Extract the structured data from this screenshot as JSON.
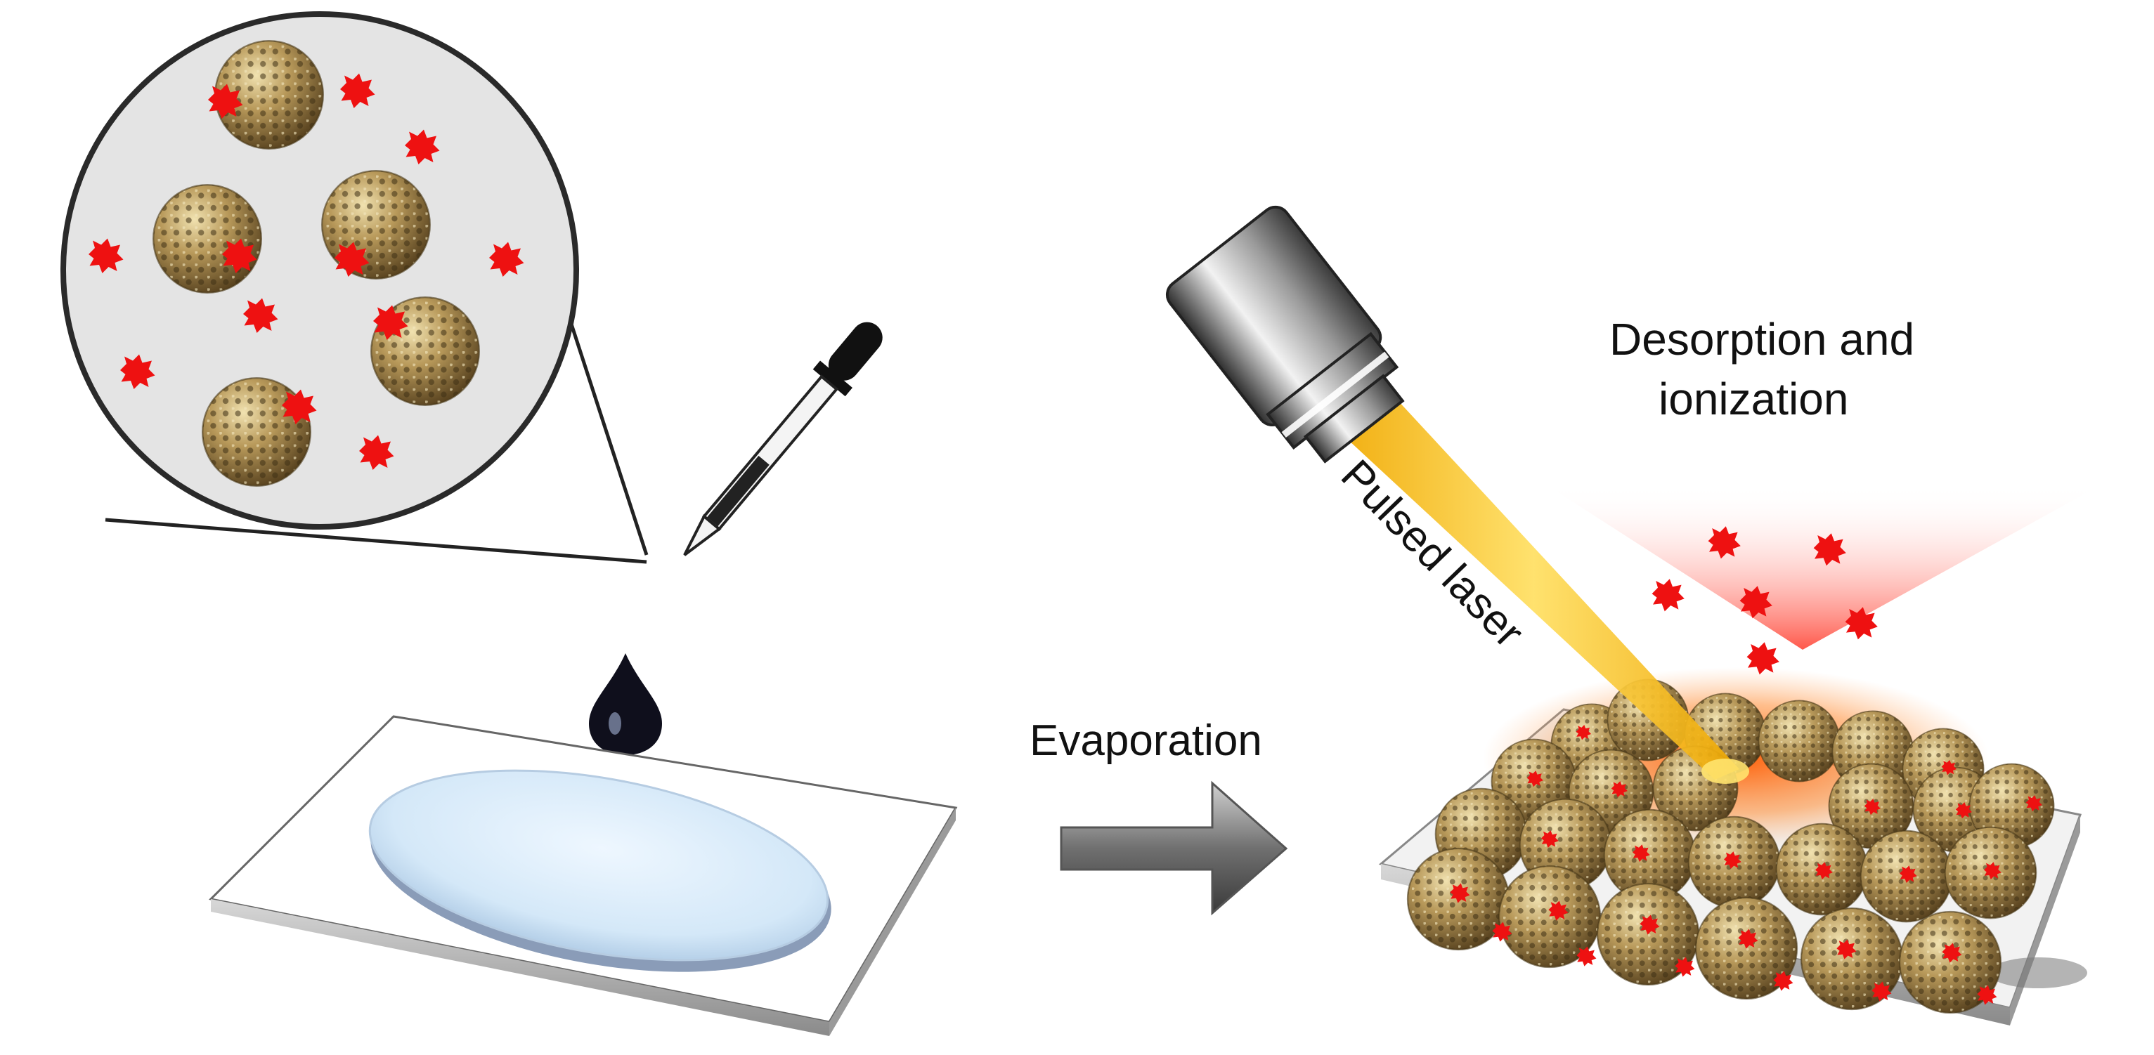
{
  "labels": {
    "evaporation": "Evaporation",
    "pulsed_laser": "Pulsed laser",
    "desorption_line1": "Desorption and",
    "desorption_line2": "ionization"
  },
  "colors": {
    "analyte": "#ee1111",
    "nanoparticle": "#a88a4e",
    "droplet": "#dcecf8",
    "laser_beam": "#f5c100",
    "plume": "#ff5a4a",
    "glow": "#ff7a1a"
  },
  "icons": [
    "magnifier-circle",
    "dropper-icon",
    "liquid-drop-icon",
    "arrow-right-icon",
    "laser-head-icon"
  ]
}
